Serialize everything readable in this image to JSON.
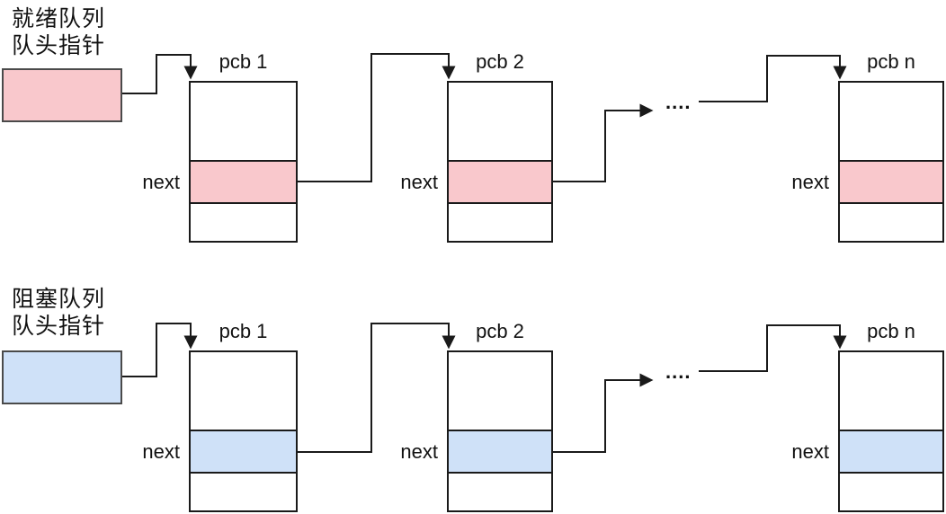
{
  "colors": {
    "ready_highlight": "#f9c8cc",
    "blocked_highlight": "#cfe1f8",
    "line": "#1a1a1a"
  },
  "queues": [
    {
      "id": "ready",
      "label_line1": "就绪队列",
      "label_line2": "队头指针",
      "highlight_color": "#f9c8cc",
      "next_label": "next",
      "ellipsis": "....",
      "nodes": [
        {
          "title": "pcb 1"
        },
        {
          "title": "pcb 2"
        },
        {
          "title": "pcb n"
        }
      ]
    },
    {
      "id": "blocked",
      "label_line1": "阻塞队列",
      "label_line2": "队头指针",
      "highlight_color": "#cfe1f8",
      "next_label": "next",
      "ellipsis": "....",
      "nodes": [
        {
          "title": "pcb 1"
        },
        {
          "title": "pcb 2"
        },
        {
          "title": "pcb n"
        }
      ]
    }
  ]
}
